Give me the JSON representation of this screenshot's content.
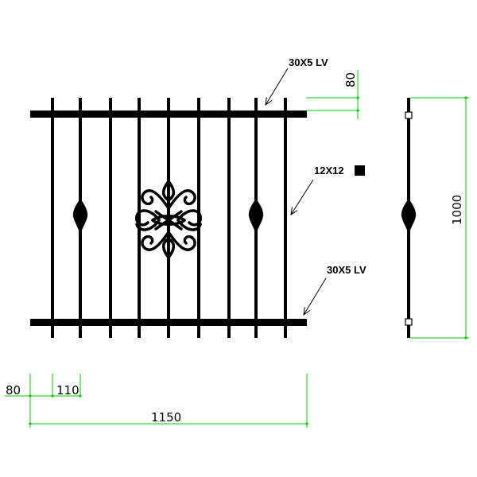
{
  "labels": {
    "top_rail": "30X5 LV",
    "bar_size": "12X12",
    "bottom_rail": "30X5 LV"
  },
  "dimensions": {
    "top_offset": "80",
    "height": "1000",
    "left_offset": "80",
    "bar_spacing": "110",
    "width": "1150"
  },
  "colors": {
    "iron": "#000000",
    "dimension_line": "#00cc00",
    "background": "#ffffff"
  }
}
